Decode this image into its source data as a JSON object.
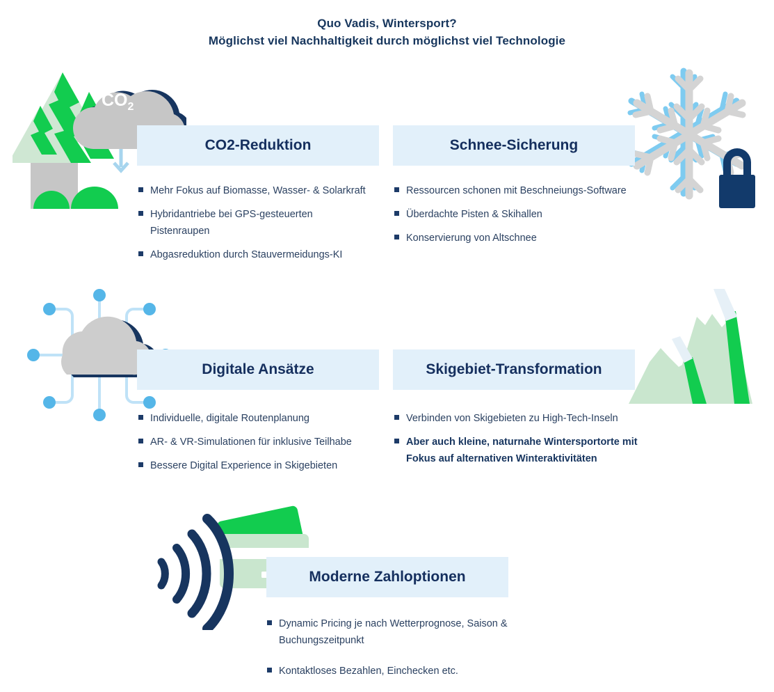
{
  "title": {
    "line1": "Quo Vadis, Wintersport?",
    "line2": "Möglichst viel Nachhaltigkeit durch möglichst viel Technologie"
  },
  "colors": {
    "band_bg": "#e2f0fa",
    "navy": "#152f5e",
    "body_text": "#2b4161",
    "green": "#12cc4f",
    "light_green": "#c9e6ce",
    "grey": "#c6c6c6",
    "light_blue": "#55b6e8"
  },
  "sections": [
    {
      "id": "co2-reduktion",
      "title": "CO2-Reduktion",
      "icon": "trees-co2-cloud-icon",
      "bullets": [
        {
          "text": "Mehr Fokus auf Biomasse, Wasser- & Solarkraft",
          "emphasis": false
        },
        {
          "text": "Hybridantriebe bei GPS-gesteuerten Pistenraupen",
          "emphasis": false
        },
        {
          "text": "Abgasreduktion durch Stauvermeidungs-KI",
          "emphasis": false
        }
      ]
    },
    {
      "id": "schnee-sicherung",
      "title": "Schnee-Sicherung",
      "icon": "snowflake-lock-icon",
      "bullets": [
        {
          "text": "Ressourcen schonen mit Beschneiungs-Software",
          "emphasis": false
        },
        {
          "text": "Überdachte Pisten & Skihallen",
          "emphasis": false
        },
        {
          "text": "Konservierung von Altschnee",
          "emphasis": false
        }
      ]
    },
    {
      "id": "digitale-ansaetze",
      "title": "Digitale Ansätze",
      "icon": "network-cloud-icon",
      "bullets": [
        {
          "text": "Individuelle, digitale Routenplanung",
          "emphasis": false
        },
        {
          "text": "AR- & VR-Simulationen für inklusive Teilhabe",
          "emphasis": false
        },
        {
          "text": "Bessere Digital Experience in Skigebieten",
          "emphasis": false
        }
      ]
    },
    {
      "id": "skigebiet-transformation",
      "title": "Skigebiet-Transformation",
      "icon": "mountains-icon",
      "bullets": [
        {
          "text": "Verbinden von Skigebieten zu High-Tech-Inseln",
          "emphasis": false
        },
        {
          "text": "Aber auch kleine, naturnahe Wintersportorte mit Fokus auf alternativen Winteraktivitäten",
          "emphasis": true
        }
      ]
    },
    {
      "id": "moderne-zahloptionen",
      "title": "Moderne Zahloptionen",
      "icon": "contactless-payment-icon",
      "bullets": [
        {
          "text": "Dynamic Pricing je nach Wetterprognose,  Saison & Buchungszeitpunkt",
          "emphasis": false
        },
        {
          "text": "Kontaktloses Bezahlen, Einchecken etc.",
          "emphasis": false
        }
      ]
    }
  ],
  "icon_labels": {
    "co2": "CO",
    "co2_sub": "2"
  }
}
